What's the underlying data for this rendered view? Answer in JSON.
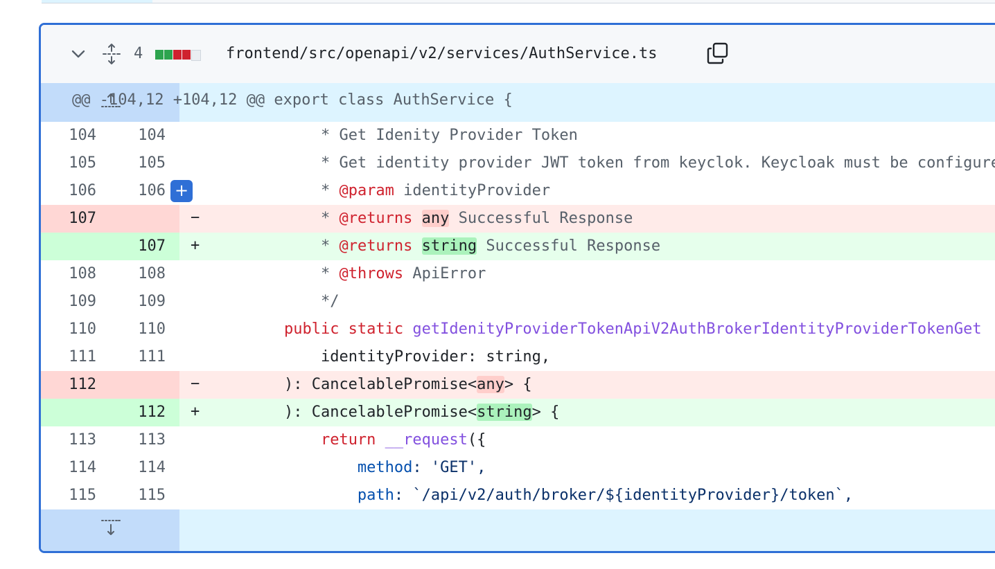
{
  "file": {
    "change_count": "4",
    "path": "frontend/src/openapi/v2/services/AuthService.ts",
    "stat_colors": [
      "#2da44e",
      "#2da44e",
      "#cf222e",
      "#cf222e",
      "#eaeef2"
    ]
  },
  "hunk_header": "@@ -104,12 +104,12 @@ export class AuthService {",
  "lines": [
    {
      "type": "ctx",
      "old": "104",
      "new": "104",
      "indent": "    ",
      "parts": [
        {
          "t": "* Get Idenity Provider Token",
          "c": "cm"
        }
      ]
    },
    {
      "type": "ctx",
      "old": "105",
      "new": "105",
      "indent": "    ",
      "parts": [
        {
          "t": "* Get identity provider JWT token from keyclok. Keycloak must be configured",
          "c": "cm"
        }
      ]
    },
    {
      "type": "ctx",
      "old": "106",
      "new": "106",
      "indent": "    ",
      "parts": [
        {
          "t": "* ",
          "c": "cm"
        },
        {
          "t": "@param",
          "c": "kw"
        },
        {
          "t": " identityProvider",
          "c": "cm"
        }
      ]
    },
    {
      "type": "del",
      "old": "107",
      "new": "",
      "marker": "−",
      "indent": "    ",
      "parts": [
        {
          "t": "* ",
          "c": "cm"
        },
        {
          "t": "@returns",
          "c": "kw"
        },
        {
          "t": " ",
          "c": "cm"
        },
        {
          "t": "any",
          "c": "pl",
          "hl": true
        },
        {
          "t": " Successful Response",
          "c": "cm"
        }
      ]
    },
    {
      "type": "add",
      "old": "",
      "new": "107",
      "marker": "+",
      "indent": "    ",
      "parts": [
        {
          "t": "* ",
          "c": "cm"
        },
        {
          "t": "@returns",
          "c": "kw"
        },
        {
          "t": " ",
          "c": "cm"
        },
        {
          "t": "string",
          "c": "pl",
          "hl": true
        },
        {
          "t": " Successful Response",
          "c": "cm"
        }
      ]
    },
    {
      "type": "ctx",
      "old": "108",
      "new": "108",
      "indent": "    ",
      "parts": [
        {
          "t": "* ",
          "c": "cm"
        },
        {
          "t": "@throws",
          "c": "kw"
        },
        {
          "t": " ApiError",
          "c": "cm"
        }
      ]
    },
    {
      "type": "ctx",
      "old": "109",
      "new": "109",
      "indent": "    ",
      "parts": [
        {
          "t": "*/",
          "c": "cm"
        }
      ]
    },
    {
      "type": "ctx",
      "old": "110",
      "new": "110",
      "indent": "",
      "parts": [
        {
          "t": "public static ",
          "c": "kw"
        },
        {
          "t": "getIdenityProviderTokenApiV2AuthBrokerIdentityProviderTokenGet",
          "c": "fn"
        }
      ]
    },
    {
      "type": "ctx",
      "old": "111",
      "new": "111",
      "indent": "    ",
      "parts": [
        {
          "t": "identityProvider: string,",
          "c": "pl"
        }
      ]
    },
    {
      "type": "del",
      "old": "112",
      "new": "",
      "marker": "−",
      "indent": "",
      "parts": [
        {
          "t": "): CancelablePromise<",
          "c": "pl"
        },
        {
          "t": "any",
          "c": "pl",
          "hl": true
        },
        {
          "t": "> {",
          "c": "pl"
        }
      ]
    },
    {
      "type": "add",
      "old": "",
      "new": "112",
      "marker": "+",
      "indent": "",
      "parts": [
        {
          "t": "): CancelablePromise<",
          "c": "pl"
        },
        {
          "t": "string",
          "c": "pl",
          "hl": true
        },
        {
          "t": "> {",
          "c": "pl"
        }
      ]
    },
    {
      "type": "ctx",
      "old": "113",
      "new": "113",
      "indent": "    ",
      "parts": [
        {
          "t": "return ",
          "c": "kw"
        },
        {
          "t": "__request",
          "c": "fn"
        },
        {
          "t": "({",
          "c": "pl"
        }
      ]
    },
    {
      "type": "ctx",
      "old": "114",
      "new": "114",
      "indent": "        ",
      "parts": [
        {
          "t": "method",
          "c": "prop"
        },
        {
          "t": ": 'GET',",
          "c": "str"
        }
      ]
    },
    {
      "type": "ctx",
      "old": "115",
      "new": "115",
      "indent": "        ",
      "parts": [
        {
          "t": "path",
          "c": "prop"
        },
        {
          "t": ": `/api/v2/auth/broker/${identityProvider}/token`,",
          "c": "str"
        }
      ]
    }
  ]
}
